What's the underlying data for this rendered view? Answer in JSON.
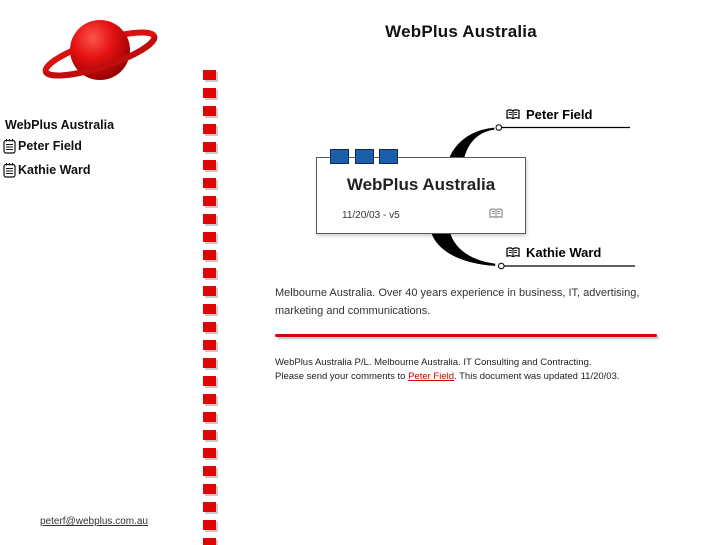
{
  "page": {
    "title": "WebPlus Australia"
  },
  "logo": {
    "icon": "planet-logo"
  },
  "sidebar": {
    "root_label": "WebPlus Australia",
    "items": [
      {
        "label": "Peter Field",
        "icon": "notepad-icon"
      },
      {
        "label": "Kathie Ward",
        "icon": "notepad-icon"
      }
    ],
    "email_link": "peterf@webplus.com.au"
  },
  "map": {
    "node": {
      "title": "WebPlus Australia",
      "subtitle": "11/20/03 - v5",
      "note_icon": "open-book-icon",
      "markers": [
        "blue-square",
        "blue-square",
        "blue-square"
      ]
    },
    "branches": [
      {
        "label": "Peter Field",
        "icon": "open-book-icon"
      },
      {
        "label": "Kathie Ward",
        "icon": "open-book-icon"
      }
    ]
  },
  "content": {
    "description": "Melbourne Australia. Over 40 years experience in business, IT, advertising, marketing and communications.",
    "footer_line1": "WebPlus Australia P/L. Melbourne Australia. IT Consulting and Contracting.",
    "footer_line2_prefix": "Please send your comments to ",
    "footer_link_label": "Peter Field",
    "footer_line2_suffix": ". This document was updated 11/20/03."
  },
  "colors": {
    "accent_red": "#dd0505",
    "rule_red": "#cc0606",
    "link_red": "#cc0000",
    "marker_blue": "#1b5faa"
  }
}
